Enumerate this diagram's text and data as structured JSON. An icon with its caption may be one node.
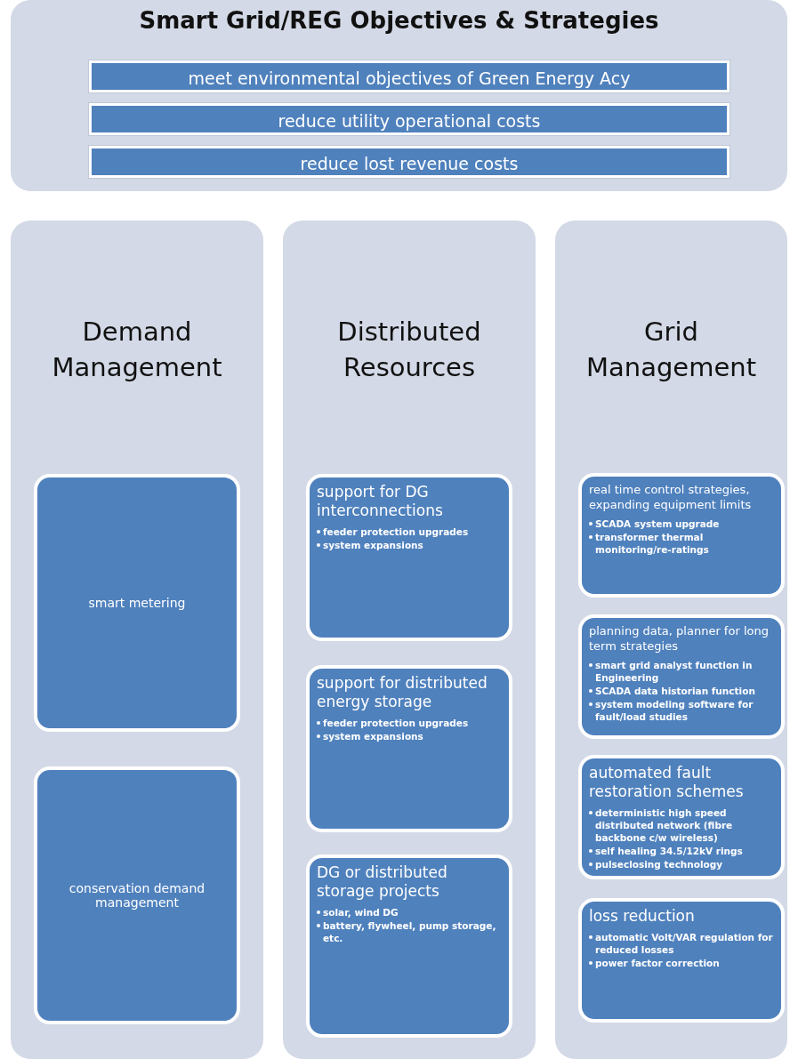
{
  "diagram": {
    "nodes": [
      {
        "text": [
          "Smart Grid/REG Objectives & Strategies"
        ]
      },
      {
        "text": [
          "meet environmental objectives of Green Energy Acy"
        ],
        "in": 0
      },
      {
        "text": [
          "reduce utility operational costs"
        ],
        "in": 0
      },
      {
        "text": [
          "reduce lost revenue costs"
        ],
        "in": 0
      },
      {
        "text": [
          "Demand Management"
        ]
      },
      {
        "text": [
          "smart metering"
        ],
        "in": 4
      },
      {
        "text": [
          "conservation demand management"
        ],
        "in": 4
      },
      {
        "text": [
          "Distributed Resources"
        ]
      },
      {
        "text": [
          "support for DG interconnections",
          "feeder protection upgrades",
          "system expansions"
        ],
        "in": 7
      },
      {
        "text": [
          "support for distributed energy storage",
          "feeder protection upgrades",
          "system expansions"
        ],
        "in": 7
      },
      {
        "text": [
          "DG or distributed storage projects",
          "solar, wind DG",
          "battery, flywheel, pump storage, etc."
        ],
        "in": 7
      },
      {
        "text": [
          "Grid Management"
        ]
      },
      {
        "text": [
          "real time control strategies, expanding equipment limits",
          "SCADA system upgrade",
          "transformer thermal monitoring/re-ratings"
        ],
        "in": 11
      },
      {
        "text": [
          "planning data, planner for long term strategies",
          "smart grid analyst function in Engineering",
          "SCADA data historian function",
          "system modeling software for fault/load studies"
        ],
        "in": 11
      },
      {
        "text": [
          "automated fault restoration schemes",
          "deterministic high speed distributed network (fibre backbone c/w wireless)",
          "self healing 34.5/12kV rings",
          "pulseclosing technology"
        ],
        "in": 11
      },
      {
        "text": [
          "loss reduction",
          "automatic Volt/VAR regulation for reduced losses",
          "power factor correction"
        ],
        "in": 11
      }
    ],
    "edges": []
  }
}
